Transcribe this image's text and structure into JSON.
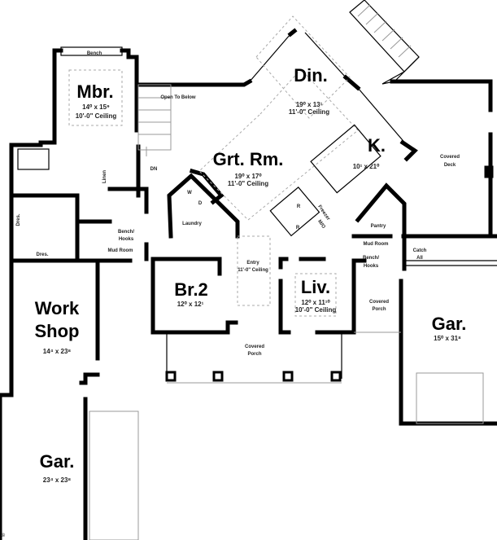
{
  "rooms": {
    "mbr": {
      "name": "Mbr.",
      "dims": "14⁰ x 15⁹",
      "ceiling": "10'-0\" Ceiling"
    },
    "din": {
      "name": "Din.",
      "dims": "19⁰ x 13¹",
      "ceiling": "11'-0\" Ceiling"
    },
    "grt": {
      "name": "Grt. Rm.",
      "dims": "19⁰ x 17⁰",
      "ceiling": "11'-0\" Ceiling"
    },
    "kit": {
      "name": "K.",
      "dims": "10¹ x 21⁰"
    },
    "br2": {
      "name": "Br.2",
      "dims": "12⁰ x 12¹"
    },
    "liv": {
      "name": "Liv.",
      "dims": "12⁰ x 11¹⁰",
      "ceiling": "10'-0\" Ceiling"
    },
    "gar_right": {
      "name": "Gar.",
      "dims": "15⁰ x 31⁸"
    },
    "workshop": {
      "name1": "Work",
      "name2": "Shop",
      "dims": "14⁴ x 23⁸"
    },
    "gar_left": {
      "name": "Gar.",
      "dims": "23⁴ x 23⁸"
    },
    "entry": {
      "name": "Entry",
      "ceiling": "11'-0\" Ceiling"
    }
  },
  "labels": {
    "bench": "Bench",
    "open_to_below": "Open To Below",
    "dn": "DN",
    "linen": "Linen",
    "laundry": "Laundry",
    "w": "W",
    "d": "D",
    "r": "R",
    "freezer": "Freezer",
    "mo": "M/O",
    "bench_hooks_1": "Bench/",
    "bench_hooks_2": "Hooks",
    "mud_room": "Mud Room",
    "dres": "Dres.",
    "covered_deck_1": "Covered",
    "covered_deck_2": "Deck",
    "pantry": "Pantry",
    "catch_all_1": "Catch",
    "catch_all_2": "All",
    "covered_porch_1": "Covered",
    "covered_porch_2": "Porch",
    "copyright": "©"
  }
}
